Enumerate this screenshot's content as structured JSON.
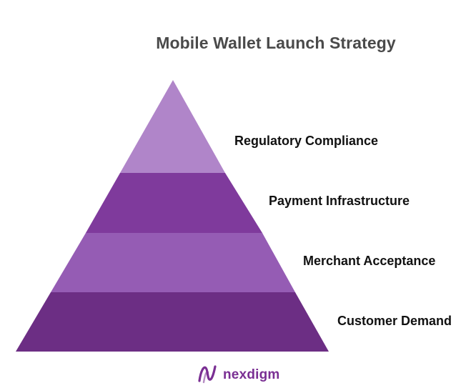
{
  "title": "Mobile Wallet Launch Strategy",
  "tiers": [
    {
      "label": "Regulatory Compliance",
      "color": "#b085c9"
    },
    {
      "label": "Payment Infrastructure",
      "color": "#7f3a9c"
    },
    {
      "label": "Merchant Acceptance",
      "color": "#955cb4"
    },
    {
      "label": "Customer Demand",
      "color": "#6c2e84"
    }
  ],
  "brand": {
    "name": "nexdigm",
    "color": "#7a2f93",
    "icon": "nexdigm-logo-icon"
  }
}
